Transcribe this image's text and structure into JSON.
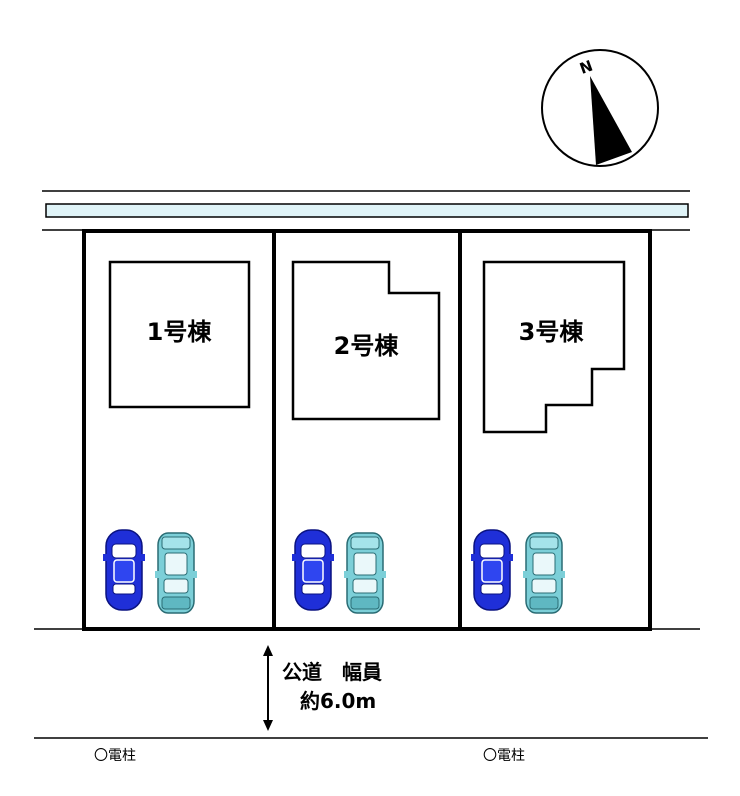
{
  "compass": {
    "north_label": "N"
  },
  "lots": [
    {
      "label": "1号棟"
    },
    {
      "label": "2号棟"
    },
    {
      "label": "3号棟"
    }
  ],
  "road": {
    "name": "公道　幅員",
    "width": "約6.0m"
  },
  "poles": [
    {
      "label": "〇電柱"
    },
    {
      "label": "〇電柱"
    }
  ],
  "colors": {
    "car_blue": "#1f2fd8",
    "car_teal": "#7ccfd8",
    "sidewalk": "#dff3f7",
    "outline": "#000000"
  }
}
